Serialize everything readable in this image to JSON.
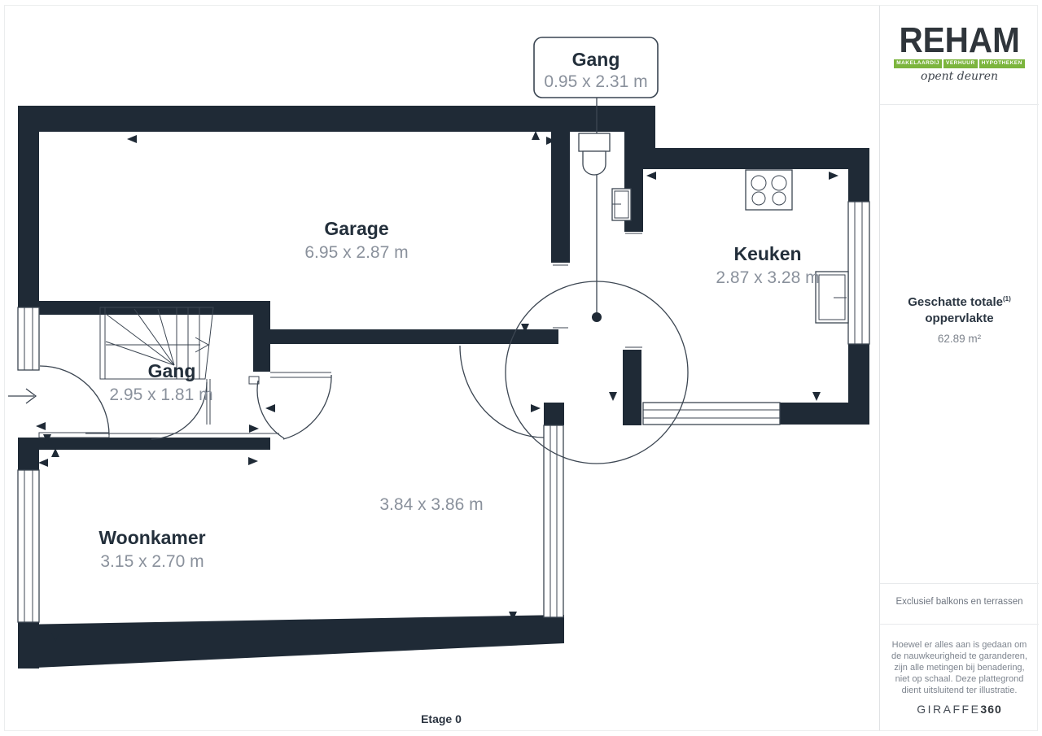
{
  "plan": {
    "rooms": [
      {
        "id": "gang-entry",
        "name": "Gang",
        "dims": "0.95 x 2.31 m"
      },
      {
        "id": "garage",
        "name": "Garage",
        "dims": "6.95 x 2.87 m"
      },
      {
        "id": "keuken",
        "name": "Keuken",
        "dims": "2.87 x 3.28 m"
      },
      {
        "id": "gang-stairs",
        "name": "Gang",
        "dims": "2.95 x 1.81 m"
      },
      {
        "id": "open-area",
        "name": "",
        "dims": "3.84 x 3.86 m"
      },
      {
        "id": "woonkamer",
        "name": "Woonkamer",
        "dims": "3.15 x 2.70 m"
      }
    ],
    "floor_label": "Etage 0",
    "colors": {
      "wall": "#1f2a36",
      "line": "#3c4652",
      "room_name": "#232f3b",
      "dims": "#8a919c"
    }
  },
  "sidebar": {
    "logo": {
      "brand": "REHAM",
      "tags": [
        "MAKELAARDIJ",
        "VERHUUR",
        "HYPOTHEKEN"
      ],
      "tagline": "opent deuren",
      "green": "#7cb53e",
      "dark": "#2f353b"
    },
    "area": {
      "label_line1": "Geschatte totale",
      "label_sup": "(1)",
      "label_line2": "oppervlakte",
      "value": "62.89 m²"
    },
    "note": "Exclusief balkons en terrassen",
    "disclaimer": "Hoewel er alles aan is gedaan om de nauwkeurigheid te garanderen, zijn alle metingen bij benadering, niet op schaal. Deze plattegrond dient uitsluitend ter illustratie.",
    "brand_footer": {
      "name": "GIRAFFE",
      "suffix": "360"
    }
  }
}
